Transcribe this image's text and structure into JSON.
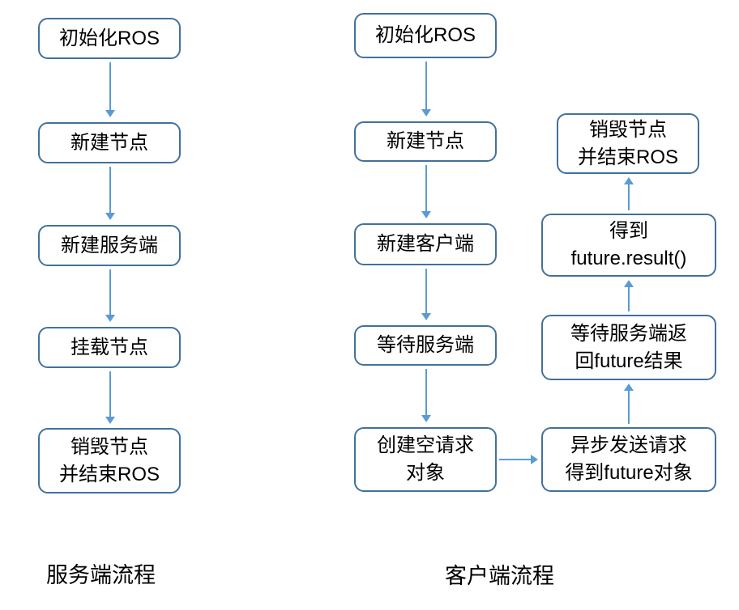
{
  "flows": [
    {
      "name": "server",
      "label": "服务端流程",
      "boxes": [
        "初始化ROS",
        "新建节点",
        "新建服务端",
        "挂载节点",
        "销毁节点\n并结束ROS"
      ]
    },
    {
      "name": "client",
      "label": "客户端流程",
      "boxes": [
        "初始化ROS",
        "新建节点",
        "新建客户端",
        "等待服务端",
        "创建空请求\n对象",
        "异步发送请求\n得到future对象",
        "等待服务端返\n回future结果",
        "得到\nfuture.result()",
        "销毁节点\n并结束ROS"
      ]
    }
  ],
  "colors": {
    "box_border": "#41719C",
    "arrow": "#5B9BD5",
    "text": "#000000",
    "background": "#FFFFFF"
  }
}
